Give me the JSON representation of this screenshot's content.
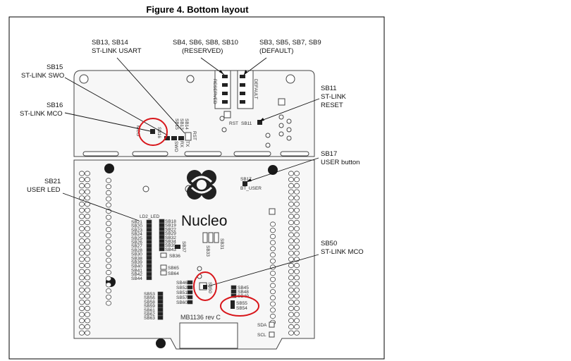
{
  "figure": {
    "title": "Figure 4. Bottom layout"
  },
  "callouts": {
    "sb13_14": {
      "line1": "SB13, SB14",
      "line2": "ST-LINK USART"
    },
    "sb4_10": {
      "line1": "SB4, SB6, SB8, SB10",
      "line2": "(RESERVED)"
    },
    "sb3_9": {
      "line1": "SB3, SB5, SB7, SB9",
      "line2": "(DEFAULT)"
    },
    "sb15": {
      "line1": "SB15",
      "line2": "ST-LINK SWO"
    },
    "sb16": {
      "line1": "SB16",
      "line2": "ST-LINK MCO"
    },
    "sb11": {
      "line1": "SB11",
      "line2": "ST-LINK",
      "line3": "RESET"
    },
    "sb17": {
      "line1": "SB17",
      "line2": "USER button"
    },
    "sb21": {
      "line1": "SB21",
      "line2": "USER LED"
    },
    "sb50": {
      "line1": "SB50",
      "line2": "ST-LINK MCO"
    }
  },
  "board": {
    "logo_text": "Nucleo",
    "model": "MB1136  rev C",
    "rst": "RST",
    "sb11_label": "SB11",
    "sb17_label": "SB17",
    "bt_user": "BT_USER",
    "sda": "SDA",
    "scl": "SCL",
    "reserved": "RESERVED",
    "default": "DEFAULT",
    "ld2_led": "LD2_LED",
    "sb16_label": "SB16",
    "mco": "MCO",
    "swo": "SWO",
    "sb15_label": "SB15",
    "sb13_label": "SB13",
    "sb14_label": "SB14",
    "rx": "RX",
    "tx": "TX",
    "rst_small": "RST",
    "sb50_label": "SB50",
    "sb54_label": "SB54",
    "sb55_label": "SB55",
    "sb36_label": "SB36",
    "sb37_label": "SB37",
    "sb33_label": "SB33",
    "sb31_label": "SB31",
    "sb65_label": "SB65",
    "sb64_label": "SB64",
    "sb60_label": "SB60",
    "sb39_label": "SB39",
    "sb49_label": "SB49",
    "sb45_label": "SB45",
    "left_col_a": [
      "SB21",
      "SB20",
      "SB23",
      "SB24",
      "SB25",
      "SB26",
      "SB27",
      "SB28",
      "SB30",
      "SB38",
      "SB39",
      "SB40",
      "SB41",
      "SB42",
      "SB44"
    ],
    "left_col_b": [
      "SB18",
      "SB19",
      "SB22",
      "SB29",
      "SB32",
      "SB34",
      "SB35",
      "SB43"
    ],
    "left_col_c": [
      "SB53",
      "SB56",
      "SB58",
      "SB59",
      "SB61",
      "SB62",
      "SB63"
    ],
    "mid_col": [
      "SB46",
      "SB52",
      "SB51",
      "SB57",
      "SB60"
    ],
    "right_small": [
      "SB45",
      "SB48",
      "SB49"
    ]
  }
}
